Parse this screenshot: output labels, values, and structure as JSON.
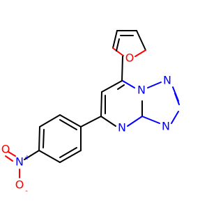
{
  "molecule": {
    "atoms": {
      "furan_oxygen": "O",
      "triazole_n1": "N",
      "triazole_n2": "N",
      "triazole_n3": "N",
      "pyrimidine_n": "N",
      "nitro_n": "N",
      "nitro_o_double": "O",
      "nitro_o_single": "O",
      "nitro_plus": "+",
      "nitro_minus": "-"
    },
    "colors": {
      "bond": "#000000",
      "oxygen": "#ff0000",
      "nitrogen": "#0000ff",
      "background": "#ffffff"
    }
  }
}
